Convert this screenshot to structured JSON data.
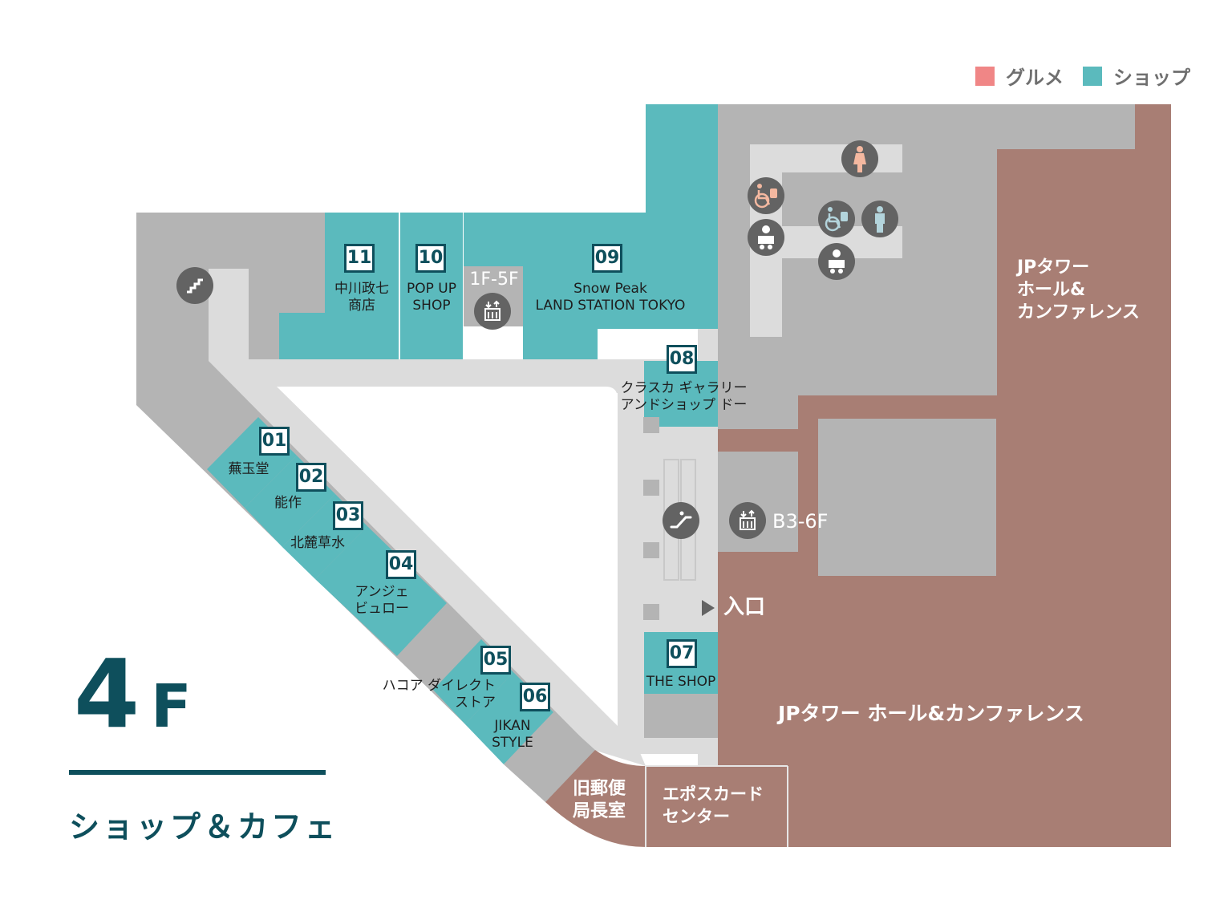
{
  "legend": {
    "items": [
      {
        "label": "グルメ",
        "color": "#f08686"
      },
      {
        "label": "ショップ",
        "color": "#5bbabd"
      }
    ]
  },
  "floor": {
    "number": "4",
    "suffix": "F",
    "subtitle": "ショップ＆カフェ"
  },
  "colors": {
    "shop": "#5bbabd",
    "hall": "#a87e74",
    "backyard": "#b4b4b4",
    "corridor": "#dcdcdc",
    "number_box": "#0e4f5c",
    "icon_bg": "#636363"
  },
  "shops": [
    {
      "number": "01",
      "name": "蕪玉堂"
    },
    {
      "number": "02",
      "name": "能作"
    },
    {
      "number": "03",
      "name": "北麓草水"
    },
    {
      "number": "04",
      "name_line1": "アンジェ",
      "name_line2": "ビュロー"
    },
    {
      "number": "05",
      "name_line1": "ハコア ダイレクト",
      "name_line2": "ストア"
    },
    {
      "number": "06",
      "name_line1": "JIKAN",
      "name_line2": "STYLE"
    },
    {
      "number": "07",
      "name": "THE SHOP"
    },
    {
      "number": "08",
      "name_line1": "クラスカ ギャラリー",
      "name_line2": "アンドショップ ドー"
    },
    {
      "number": "09",
      "name_line1": "Snow Peak",
      "name_line2": "LAND STATION TOKYO"
    },
    {
      "number": "10",
      "name_line1": "POP UP",
      "name_line2": "SHOP"
    },
    {
      "number": "11",
      "name_line1": "中川政七",
      "name_line2": "商店"
    }
  ],
  "facilities": {
    "hall_top_line1": "JPタワー",
    "hall_top_line2": "ホール&",
    "hall_top_line3": "カンファレンス",
    "hall_main": "JPタワー ホール&カンファレンス",
    "post_office_line1": "旧郵便",
    "post_office_line2": "局長室",
    "epos_line1": "エポスカード",
    "epos_line2": "センター",
    "entrance": "入口",
    "elevator_1": "1F-5F",
    "elevator_2": "B3-6F"
  },
  "icons": [
    "stairs-icon",
    "elevator-icon",
    "escalator-icon",
    "womens-restroom-icon",
    "mens-restroom-icon",
    "accessible-restroom-icon",
    "baby-changing-icon"
  ]
}
